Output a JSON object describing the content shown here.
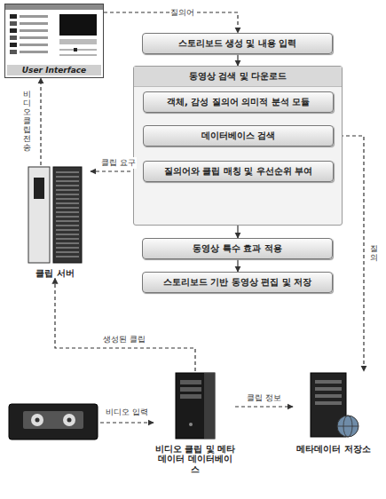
{
  "diagram": {
    "nodes": [
      {
        "text": [
          "User Interface"
        ]
      },
      {
        "text": [
          "스토리보드 생성 및 내용 입력"
        ]
      },
      {
        "text": [
          "동영상 검색 및 다운로드"
        ]
      },
      {
        "text": [
          "객체, 감성 질의어 의미적 분석 모듈"
        ],
        "in": 2
      },
      {
        "text": [
          "데이터베이스 검색"
        ],
        "in": 2
      },
      {
        "text": [
          "질의어와 클립 매칭 및 우선순위 부여"
        ],
        "in": 2
      },
      {
        "text": [
          "클립 서버"
        ]
      },
      {
        "text": [
          "동영상 특수 효과 적용"
        ]
      },
      {
        "text": [
          "스토리보드 기반 동영상 편집 및 저장"
        ]
      },
      {
        "text": [
          "비디오 클립 및 메타데이터 데이터베이스"
        ]
      },
      {
        "text": [
          "메타데이터 저장소"
        ]
      }
    ],
    "edges": [
      {
        "from": 0,
        "to": 1,
        "label": "질의어",
        "arrow": "to"
      },
      {
        "from": 1,
        "to": 2,
        "arrow": "to"
      },
      {
        "from": 2,
        "to": 7,
        "arrow": "to"
      },
      {
        "from": 7,
        "to": 8,
        "arrow": "to"
      },
      {
        "from": 5,
        "to": 6,
        "label": "클립 요구",
        "arrow": "to"
      },
      {
        "from": 6,
        "to": 0,
        "label": "비디오 클립 전송",
        "arrow": "to"
      },
      {
        "from": 9,
        "to": 6,
        "label": "생성된 클립",
        "arrow": "to"
      },
      {
        "from": 9,
        "to": 10,
        "label": "클립 정보",
        "arrow": "to"
      },
      {
        "from": 4,
        "to": 10,
        "label": "질의",
        "arrow": "both"
      }
    ],
    "labels": [
      "비디오 입력"
    ]
  }
}
